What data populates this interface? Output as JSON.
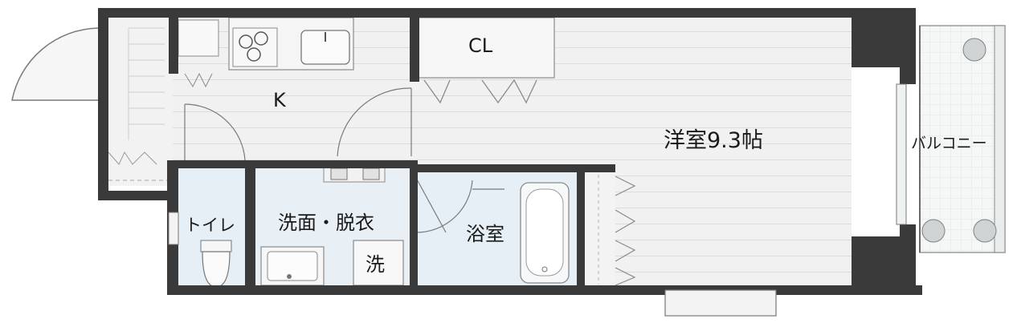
{
  "rooms": {
    "kitchen": "K",
    "closet": "CL",
    "western_room": "洋室9.3帖",
    "balcony": "バルコニー",
    "toilet": "トイレ",
    "washroom": "洗面・脱衣",
    "bathroom": "浴室",
    "washing_machine": "洗"
  },
  "colors": {
    "wall": "#3a3a3a",
    "floor": "#f1f1f1",
    "floor_line": "#dcdcdc",
    "wet_floor": "#e8f1f6",
    "fixture": "#f7f7f7",
    "balcony_tile": "#f4f6f6"
  }
}
